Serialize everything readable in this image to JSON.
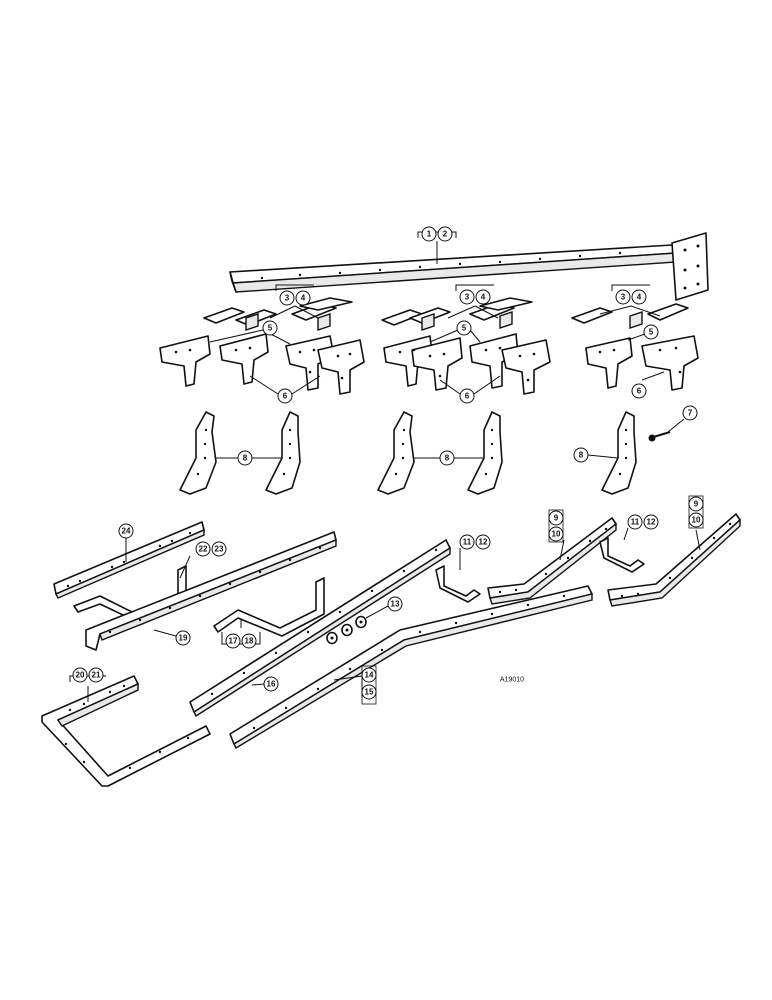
{
  "callouts": {
    "c1": "1",
    "c2": "2",
    "c3": "3",
    "c4": "4",
    "c5": "5",
    "c6": "6",
    "c7": "7",
    "c8": "8",
    "c9": "9",
    "c10": "10",
    "c11": "11",
    "c12": "12",
    "c13": "13",
    "c14": "14",
    "c15": "15",
    "c16": "16",
    "c17": "17",
    "c18": "18",
    "c19": "19",
    "c20": "20",
    "c21": "21",
    "c22": "22",
    "c23": "23",
    "c24": "24"
  },
  "drawing_code": "A19010"
}
